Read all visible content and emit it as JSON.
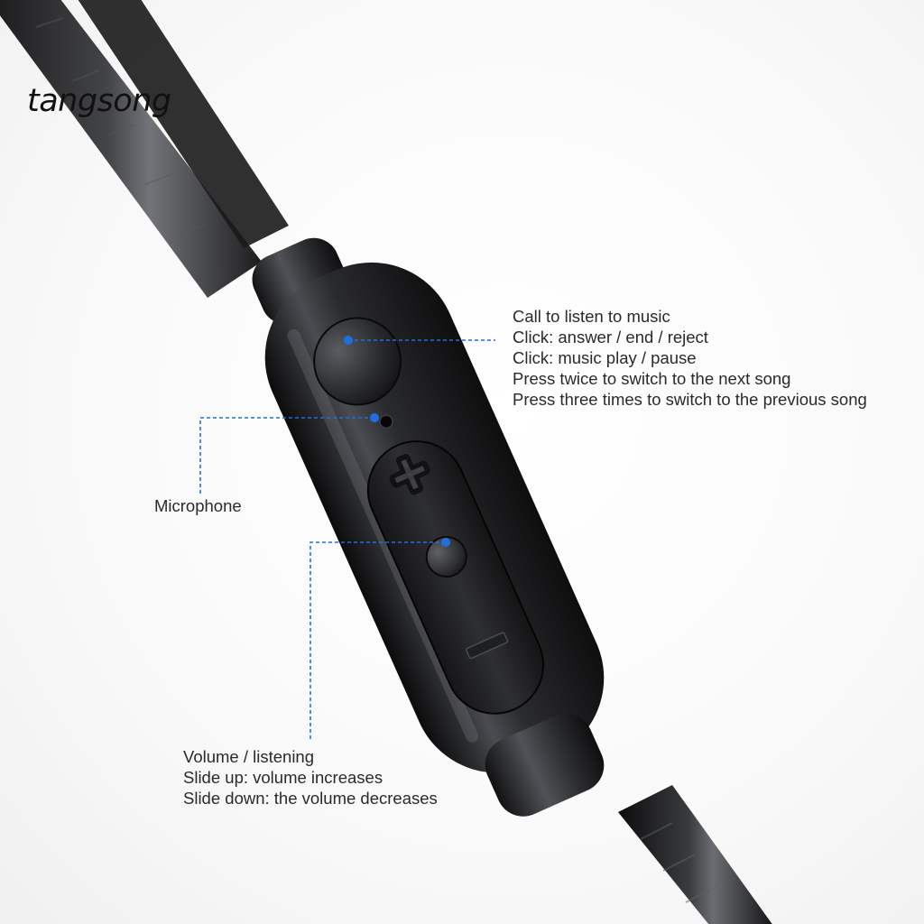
{
  "watermark": "tangsong",
  "colors": {
    "accent": "#1f6fe0",
    "body": "#1c1d1f",
    "text": "#2a2a2a"
  },
  "callouts": {
    "call_button": {
      "lines": [
        "Call to listen to music",
        "Click: answer / end / reject",
        "Click: music play / pause",
        "Press twice to switch to the next song",
        "Press three times to switch to the previous song"
      ]
    },
    "microphone": {
      "label": "Microphone"
    },
    "volume": {
      "lines": [
        "Volume / listening",
        "Slide up: volume increases",
        "Slide down: the volume decreases"
      ]
    }
  },
  "icons": {
    "plus": "plus-icon",
    "minus": "minus-icon"
  }
}
